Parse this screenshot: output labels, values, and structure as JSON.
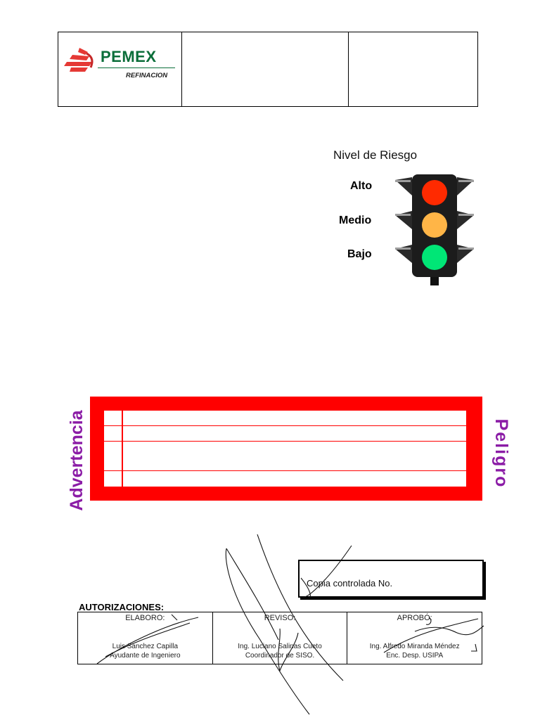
{
  "header": {
    "logo_brand": "PEMEX",
    "logo_subtitle": "REFINACION"
  },
  "risk_level": {
    "title": "Nivel de Riesgo",
    "levels": [
      "Alto",
      "Medio",
      "Bajo"
    ],
    "colors": {
      "red": "#ff2a00",
      "amber": "#ffb547",
      "green": "#00e676"
    }
  },
  "warning_box": {
    "left_label": "Advertencia",
    "right_label": "Peligro",
    "frame_color": "#ff0000",
    "label_color": "#8b1ca6"
  },
  "controlled_copy": {
    "label": "Copia controlada No."
  },
  "authorizations": {
    "title": "AUTORIZACIONES:",
    "columns": [
      {
        "heading": "ELABORO:",
        "name": "Luis Sanchez Capilla",
        "role": "Ayudante de Ingeniero"
      },
      {
        "heading": "REVISO:",
        "name": "Ing. Luciano Salinas Cueto",
        "role": "Coordinador de SISO."
      },
      {
        "heading": "APROBÓ:",
        "name": "Ing. Alfredo Miranda Méndez",
        "role": "Enc. Desp. USIPA"
      }
    ]
  }
}
